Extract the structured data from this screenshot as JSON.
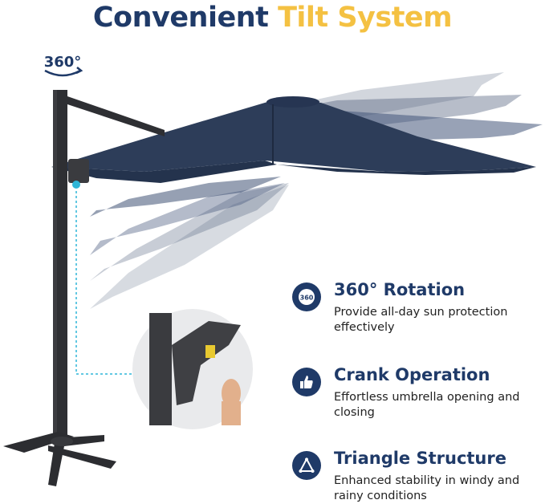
{
  "title": {
    "part1": "Convenient",
    "part2": "Tilt System"
  },
  "badge": {
    "text": "360°",
    "icon": "rotate-arrow-icon"
  },
  "features": [
    {
      "icon": "rotation-360-icon",
      "heading": "360° Rotation",
      "description": "Provide all-day sun protection effectively"
    },
    {
      "icon": "thumbs-up-icon",
      "heading": "Crank Operation",
      "description": "Effortless umbrella opening and closing"
    },
    {
      "icon": "triangle-structure-icon",
      "heading": "Triangle Structure",
      "description": "Enhanced stability in windy and rainy conditions"
    }
  ],
  "colors": {
    "navy": "#1f3a68",
    "gold": "#f4c142",
    "canopy": "#2d3d59",
    "pole": "#2e2f33"
  }
}
